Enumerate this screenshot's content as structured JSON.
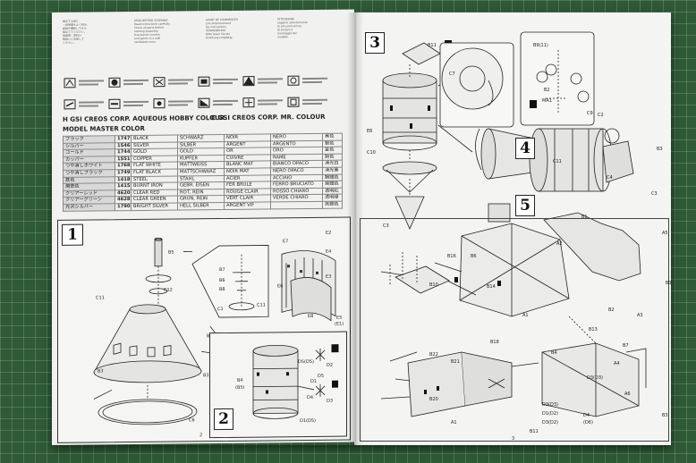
{
  "header_texts": {
    "left_col1": "組立てる前に\n・説明書をよく読み、\n部品を確認してから\n組立ててください。\n接着剤・塗料の\n取扱いに注意して\nください。",
    "left_col2": "READ BEFORE ASSEMBLY\nRead instructions carefully.\nCheck all parts before\nstarting assembly.\nUse plastic cement\nand paints in a well\nventilated room.",
    "left_col3": "AVANT DE COMMENCER\nLire attentivement\nles instructions.\nVERWENDUNG\nBitte lesen Sie die\nAnleitung sorgfältig.",
    "left_col4": "ATTENZIONE\nLeggere attentamente\nle istruzioni prima\ndi iniziare il\nmontaggio del\nmodello."
  },
  "sections": {
    "aqueous": "GSI CREOS CORP. AQUEOUS HOBBY COLOUR",
    "mr_colour": "GSI CREOS CORP. MR. COLOUR",
    "aqueous_prefix": "H",
    "mr_prefix": "C",
    "model_master": "MODEL MASTER COLOR"
  },
  "paint_rows": [
    {
      "jp": "ブラック",
      "code": "1747",
      "en": "BLACK",
      "de": "SCHWARZ",
      "fr": "NOIR",
      "it": "NERO",
      "cn": "黑色"
    },
    {
      "jp": "シルバー",
      "code": "1546",
      "en": "SILVER",
      "de": "SILBER",
      "fr": "ARGENT",
      "it": "ARGENTO",
      "cn": "銀色"
    },
    {
      "jp": "ゴールド",
      "code": "1744",
      "en": "GOLD",
      "de": "GOLD",
      "fr": "OR",
      "it": "ORO",
      "cn": "金色"
    },
    {
      "jp": "カッパー",
      "code": "1551",
      "en": "COPPER",
      "de": "KUPFER",
      "fr": "CUIVRE",
      "it": "RAME",
      "cn": "銅色"
    },
    {
      "jp": "つや消しホワイト",
      "code": "1768",
      "en": "FLAT WHITE",
      "de": "MATTWEISS",
      "fr": "BLANC MAT",
      "it": "BIANCO OPACO",
      "cn": "消光白"
    },
    {
      "jp": "つや消しブラック",
      "code": "1749",
      "en": "FLAT BLACK",
      "de": "MATTSCHWARZ",
      "fr": "NOIR MAT",
      "it": "NERO OPACO",
      "cn": "消光黑"
    },
    {
      "jp": "鉄色",
      "code": "1418",
      "en": "STEEL",
      "de": "STAHL",
      "fr": "ACIER",
      "it": "ACCIAIO",
      "cn": "鋼鐵色"
    },
    {
      "jp": "焼鉄色",
      "code": "1415",
      "en": "BURNT IRON",
      "de": "GEBR. EISEN",
      "fr": "FER BRULE",
      "it": "FERRO BRUCIATO",
      "cn": "燒鐵色"
    },
    {
      "jp": "クリアーレッド",
      "code": "4620",
      "en": "CLEAR RED",
      "de": "ROT, REIN",
      "fr": "ROUGE CLAIR",
      "it": "ROSSO CHIARO",
      "cn": "透明紅"
    },
    {
      "jp": "クリアーグリーン",
      "code": "4628",
      "en": "CLEAR GREEN",
      "de": "GRÜN, REIN",
      "fr": "VERT CLAIR",
      "it": "VERDE CHIARO",
      "cn": "透明綠"
    },
    {
      "jp": "光沢シルバー",
      "code": "1790",
      "en": "BRIGHT SILVER",
      "de": "HELL SILBER",
      "fr": "ARGENT VIF",
      "it": "",
      "cn": "亮銀色"
    }
  ],
  "steps": {
    "s1": "1",
    "s2": "2",
    "s3": "3",
    "s4": "4",
    "s5": "5"
  },
  "labels": {
    "step1": {
      "b5": "B5",
      "c11": "C11",
      "c12": "C12",
      "b1": "B1",
      "b3": "B3",
      "b7": "B7",
      "b6": "B6",
      "b8": "B8",
      "c1": "C1",
      "c11b": "C11",
      "c6": "C6",
      "b3b": "B3"
    },
    "step2": {
      "e2": "E2",
      "e7": "E7",
      "e4": "E4",
      "e3": "E3",
      "e6": "E6",
      "e8": "E8",
      "e5": "E5",
      "e1": "(E1)",
      "b4": "B4",
      "b5": "(B5)",
      "d5": "D5(D5)",
      "d2": "D2",
      "d3": "D3",
      "d1": "D1",
      "d4": "D4",
      "d1d5": "D1(D5)",
      "d5b": "D5"
    },
    "step3": {
      "b11": "B11",
      "c5": "C5",
      "e6": "E6",
      "c10": "C10",
      "c3": "C3",
      "c7": "C7",
      "b9": "B9(11)",
      "b2": "B2",
      "m": "MA1",
      "c9": "C9",
      "b3": "B3"
    },
    "step4": {
      "c2": "C2",
      "c11": "C11",
      "c4": "C4",
      "c3": "C3"
    },
    "step5": {
      "b1": "B1",
      "a2": "A2",
      "a5": "A5",
      "b16": "B16",
      "b6": "B6",
      "b10": "B10",
      "b14": "B14",
      "a1": "A1",
      "b13": "B13",
      "b2": "B2",
      "a3": "A3",
      "b3": "B3",
      "b18": "B18",
      "b22": "B22",
      "b21": "B21",
      "b4": "B4",
      "b20": "B20",
      "a1b": "A1",
      "b11": "B11",
      "d3": "D3(D3)",
      "d1": "D1(D2)",
      "d3b": "D3(D2)",
      "b7": "B7",
      "a4": "A4",
      "d3d3": "D3(D3)",
      "a6": "A6",
      "d4": "D4",
      "d6": "(D6)",
      "b3b": "B3"
    }
  },
  "page_numbers": {
    "left": "2",
    "right": "3"
  }
}
